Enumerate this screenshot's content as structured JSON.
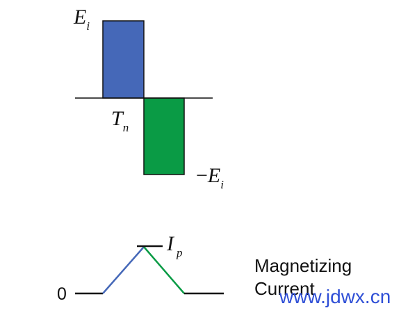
{
  "pulse_diagram": {
    "positive_label": {
      "symbol": "E",
      "subscript": "i"
    },
    "negative_label": {
      "prefix": "−",
      "symbol": "E",
      "subscript": "i"
    },
    "period_label": {
      "symbol": "T",
      "subscript": "n"
    },
    "colors": {
      "positive_pulse": "#4568b8",
      "negative_pulse": "#0a9b45",
      "axis": "#111111"
    }
  },
  "current_diagram": {
    "zero_label": "0",
    "peak_label": {
      "symbol": "I",
      "subscript": "p"
    },
    "caption_line1": "Magnetizing",
    "caption_line2": "Current",
    "colors": {
      "rise": "#4568b8",
      "fall": "#0a9b45",
      "baseline": "#111111"
    }
  },
  "watermark": "www.jdwx.cn"
}
